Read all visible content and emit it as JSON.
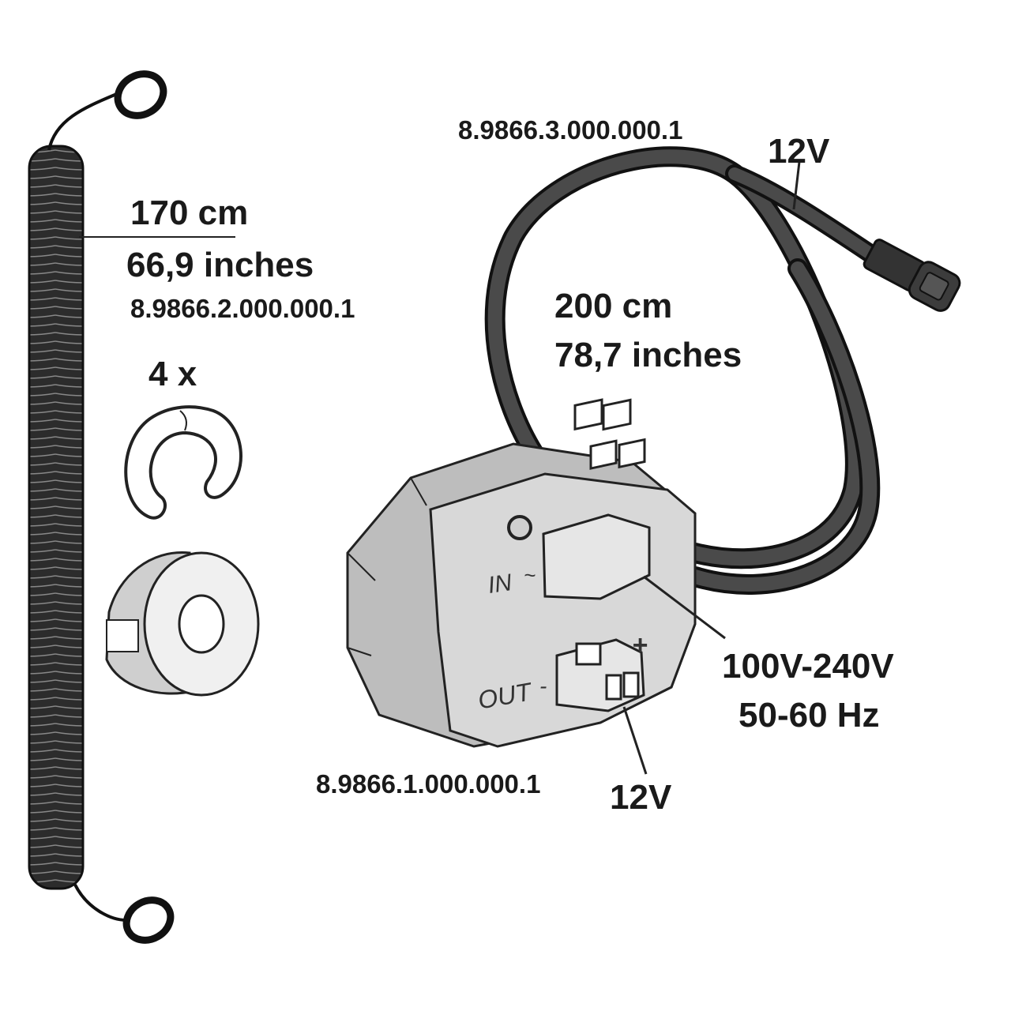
{
  "spring": {
    "length_cm": "170 cm",
    "length_in": "66,9 inches",
    "part_number": "8.9866.2.000.000.1"
  },
  "clips": {
    "quantity": "4 x"
  },
  "cable": {
    "part_number": "8.9866.3.000.000.1",
    "voltage": "12V",
    "length_cm": "200 cm",
    "length_in": "78,7 inches"
  },
  "power_supply": {
    "part_number": "8.9866.1.000.000.1",
    "input_voltage": "100V-240V",
    "input_frequency": "50-60 Hz",
    "output_voltage": "12V",
    "in_label": "IN",
    "out_label": "OUT",
    "in_symbol": "~",
    "plus_symbol": "+",
    "minus_symbol": "-"
  },
  "colors": {
    "line": "#1a1a1a",
    "device_body": "#d4d4d4",
    "device_side": "#c2c2c2",
    "cable": "#3a3a3a"
  }
}
